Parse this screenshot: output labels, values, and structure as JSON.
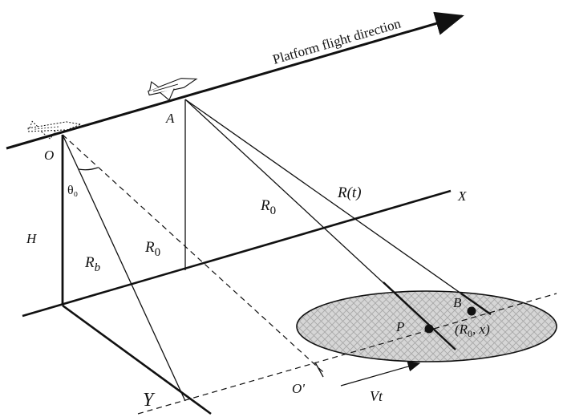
{
  "title": "Platform flight direction",
  "labels": {
    "O": "O",
    "A": "A",
    "H": "H",
    "X": "X",
    "Y": "Y",
    "B": "B",
    "P": "P",
    "O_prime": "O'",
    "theta": "θ₀",
    "R0_vertical": "R",
    "R0_vertical_sub": "0",
    "R0_slant": "R",
    "R0_slant_sub": "0",
    "Rb": "R",
    "Rb_sub": "b",
    "Rt": "R(t)",
    "Vt": "Vt",
    "target_coord": "(R",
    "target_coord_sub": "0",
    "target_coord_tail": ", x)"
  }
}
